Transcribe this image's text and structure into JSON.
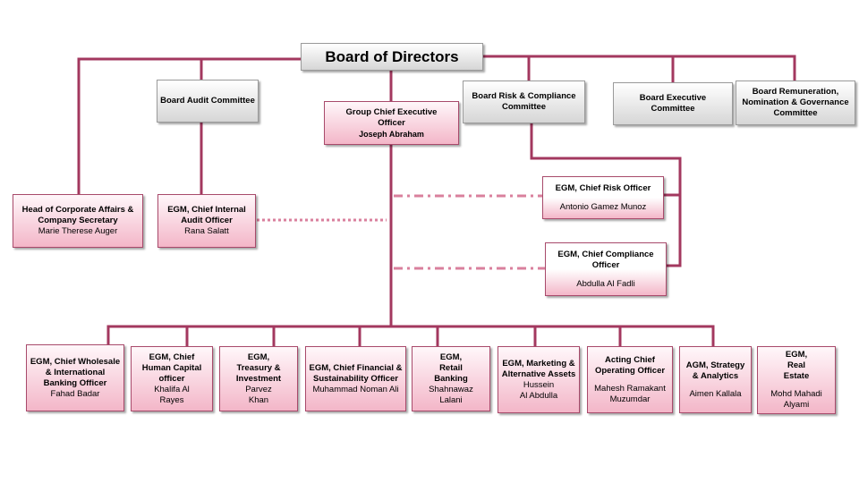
{
  "board": {
    "title": "Board of Directors"
  },
  "committees": [
    {
      "id": "audit",
      "title": "Board Audit Committee"
    },
    {
      "id": "risk",
      "title": "Board Risk & Compliance Committee"
    },
    {
      "id": "executive",
      "title": "Board Executive Committee"
    },
    {
      "id": "remuneration",
      "title": "Board Remuneration, Nomination & Governance Committee"
    }
  ],
  "ceo": {
    "title": "Group Chief Executive Officer",
    "name": "Joseph Abraham"
  },
  "secretary": {
    "title": "Head of Corporate Affairs & Company Secretary",
    "name": "Marie Therese Auger"
  },
  "internal_audit": {
    "title": "EGM, Chief Internal Audit Officer",
    "name": "Rana Salatt"
  },
  "risk_officer": {
    "title": "EGM, Chief Risk Officer",
    "name": "Antonio Gamez Munoz"
  },
  "compliance_officer": {
    "title": "EGM, Chief Compliance Officer",
    "name": "Abdulla Al Fadli"
  },
  "executives": [
    {
      "title": "EGM, Chief Wholesale & International Banking Officer",
      "name": "Fahad  Badar"
    },
    {
      "title": "EGM, Chief Human Capital officer",
      "name": "Khalifa Al Rayes"
    },
    {
      "title": "EGM, Treasury & Investment",
      "name": "Parvez Khan"
    },
    {
      "title": "EGM, Chief Financial & Sustainability Officer",
      "name": "Muhammad Noman Ali"
    },
    {
      "title": "EGM, Retail Banking",
      "name": "Shahnawaz Lalani"
    },
    {
      "title": "EGM, Marketing & Alternative Assets",
      "name": "Hussein Al Abdulla"
    },
    {
      "title": "Acting Chief Operating Officer",
      "name": "Mahesh Ramakant Muzumdar"
    },
    {
      "title": "AGM, Strategy & Analytics",
      "name": "Aimen Kallala"
    },
    {
      "title": "EGM, Real Estate",
      "name": "Mohd Mahadi Alyami"
    }
  ],
  "colors": {
    "line": "#a3385f",
    "dotted": "#d9809d",
    "pink_box": "#f3b6c8",
    "gray_box": "#d6d6d6"
  }
}
